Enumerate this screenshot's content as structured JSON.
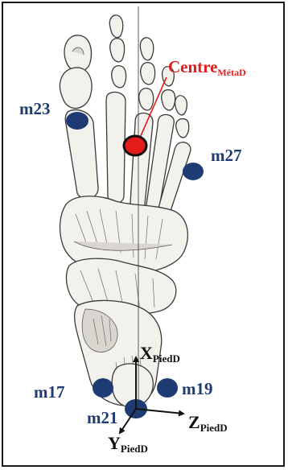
{
  "markers": [
    {
      "id": "m23",
      "label": "m23",
      "color": "#1f3b73"
    },
    {
      "id": "m27",
      "label": "m27",
      "color": "#1f3b73"
    },
    {
      "id": "m17",
      "label": "m17",
      "color": "#1f3b73"
    },
    {
      "id": "m19",
      "label": "m19",
      "color": "#1f3b73"
    },
    {
      "id": "m21",
      "label": "m21",
      "color": "#1f3b73"
    }
  ],
  "centre": {
    "label": "Centre",
    "subscript": "MétaD",
    "fill_color": "#e31b1b",
    "stroke_color": "#111111"
  },
  "axes": {
    "x": {
      "label": "X",
      "subscript": "PiedD"
    },
    "y": {
      "label": "Y",
      "subscript": "PiedD"
    },
    "z": {
      "label": "Z",
      "subscript": "PiedD"
    }
  },
  "colors": {
    "marker": "#1f3b73",
    "centre": "#e31b1b",
    "axis": "#111111",
    "frame": "#1a1a1a"
  }
}
